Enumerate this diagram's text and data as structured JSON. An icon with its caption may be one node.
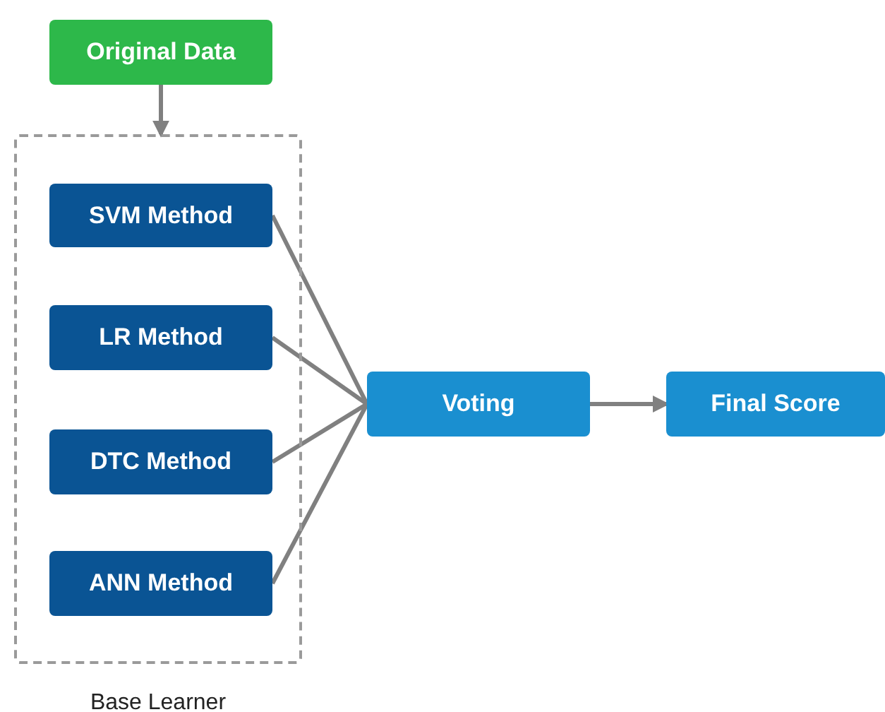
{
  "diagram": {
    "nodes": [
      {
        "text": [
          "Original Data"
        ]
      },
      {
        "text": [],
        "shape": "box",
        "beside": [
          "Base Learner"
        ]
      },
      {
        "text": [
          "SVM Method"
        ],
        "in": 1
      },
      {
        "text": [
          "LR Method"
        ],
        "in": 1
      },
      {
        "text": [
          "DTC Method"
        ],
        "in": 1
      },
      {
        "text": [
          "ANN Method"
        ],
        "in": 1
      },
      {
        "text": [
          "Voting"
        ]
      },
      {
        "text": [
          "Final Score"
        ]
      }
    ],
    "edges": [
      {
        "from": 0,
        "to": 1,
        "arrow": "to"
      },
      {
        "from": 2,
        "to": 6,
        "arrow": "none"
      },
      {
        "from": 3,
        "to": 6,
        "arrow": "none"
      },
      {
        "from": 4,
        "to": 6,
        "arrow": "none"
      },
      {
        "from": 5,
        "to": 6,
        "arrow": "none"
      },
      {
        "from": 6,
        "to": 7,
        "arrow": "to"
      }
    ]
  }
}
